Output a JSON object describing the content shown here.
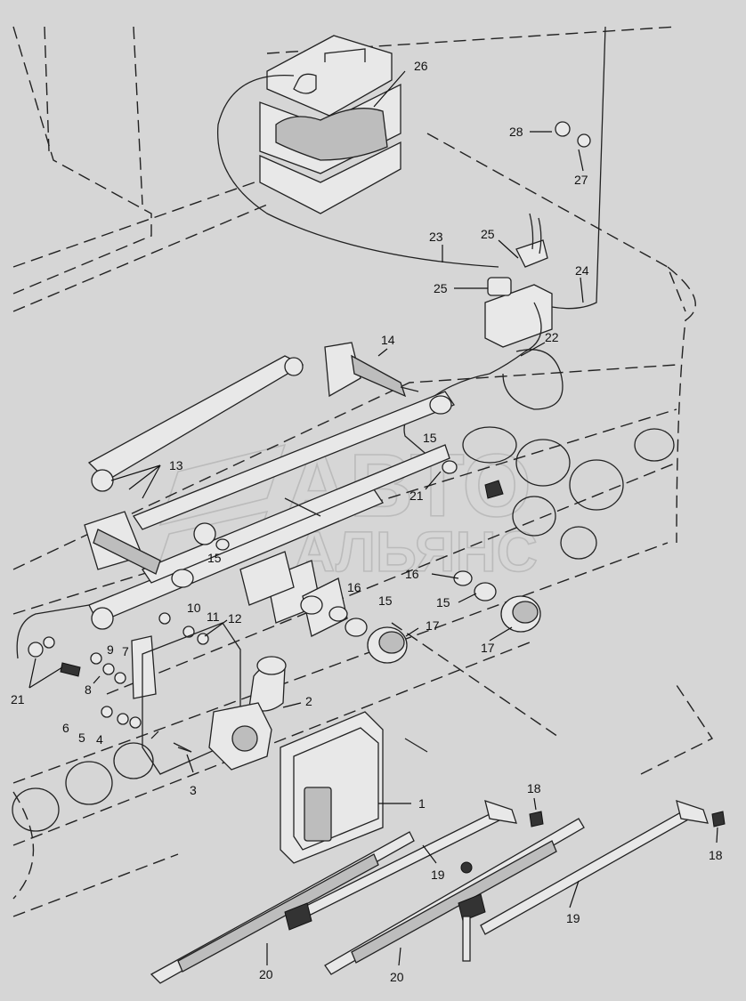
{
  "watermark": {
    "line1": "АВТО",
    "line2": "АЛЬЯНС"
  },
  "callouts": {
    "c1": "1",
    "c2": "2",
    "c3": "3",
    "c4": "4",
    "c5": "5",
    "c6": "6",
    "c7": "7",
    "c8": "8",
    "c9": "9",
    "c10": "10",
    "c11": "11",
    "c12": "12",
    "c13": "13",
    "c14": "14",
    "c15a": "15",
    "c15b": "15",
    "c15c": "15",
    "c15d": "15",
    "c16a": "16",
    "c16b": "16",
    "c17a": "17",
    "c17b": "17",
    "c18a": "18",
    "c18b": "18",
    "c19a": "19",
    "c19b": "19",
    "c20a": "20",
    "c20b": "20",
    "c21a": "21",
    "c21b": "21",
    "c22": "22",
    "c23": "23",
    "c24": "24",
    "c25a": "25",
    "c25b": "25",
    "c26": "26",
    "c27": "27",
    "c28": "28"
  }
}
